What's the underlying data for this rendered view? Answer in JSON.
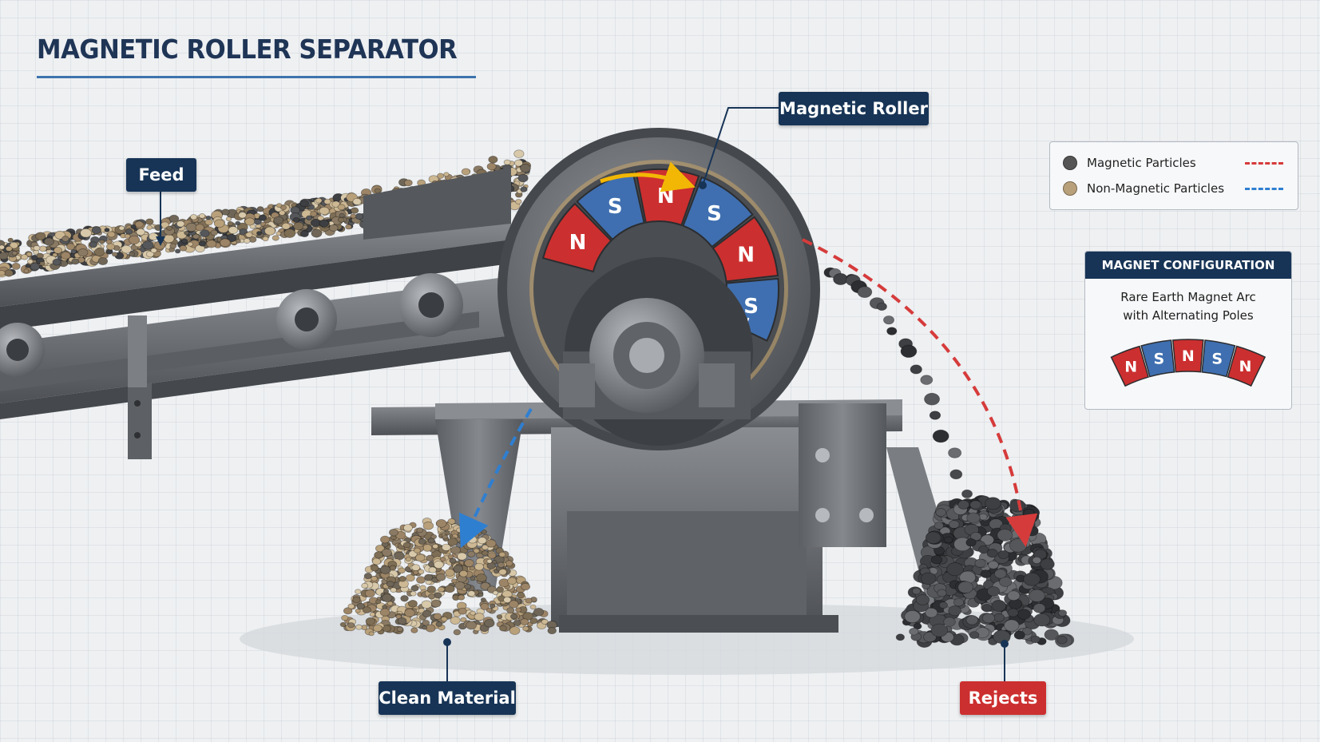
{
  "title": "MAGNETIC ROLLER SEPARATOR",
  "labels": {
    "feed": "Feed",
    "roller": "Magnetic Roller",
    "clean": "Clean Material",
    "rejects": "Rejects"
  },
  "legend": {
    "items": [
      {
        "label": "Magnetic Particles",
        "dot_color": "#555555",
        "line_color": "#d63b3b"
      },
      {
        "label": "Non-Magnetic Particles",
        "dot_color": "#b8a07a",
        "line_color": "#2f7fd1"
      }
    ]
  },
  "drum_poles": [
    "N",
    "S",
    "N",
    "S",
    "N",
    "S"
  ],
  "config": {
    "header": "MAGNET CONFIGURATION",
    "line1": "Rare Earth Magnet Arc",
    "line2": "with Alternating Poles",
    "poles": [
      "N",
      "S",
      "N",
      "S",
      "N"
    ]
  },
  "colors": {
    "navy": "#173456",
    "red": "#cc2f2f",
    "blue": "#3f6fb0",
    "steel": "#6b6e72"
  }
}
